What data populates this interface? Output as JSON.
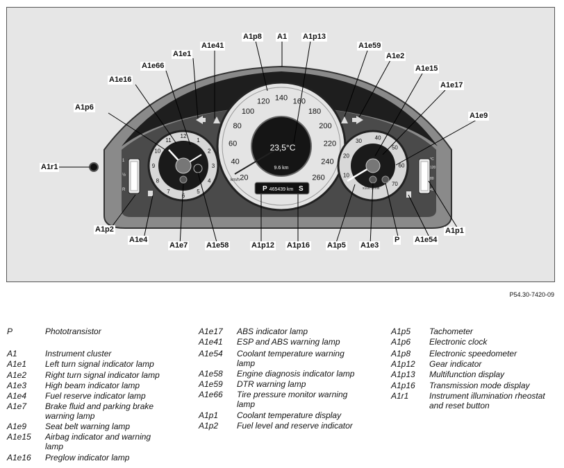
{
  "figure": {
    "gauges": {
      "clock_numerals": [
        "12",
        "1",
        "2",
        "3",
        "4",
        "5",
        "6",
        "7",
        "8",
        "9",
        "10",
        "11"
      ],
      "speedo_numerals": [
        "20",
        "40",
        "60",
        "80",
        "100",
        "120",
        "140",
        "160",
        "180",
        "200",
        "220",
        "240",
        "260"
      ],
      "tacho_numerals": [
        "10",
        "20",
        "30",
        "40",
        "50",
        "60",
        "70"
      ],
      "temperature_display": "23,5°C",
      "trip_display": "9.6 km",
      "speed_unit": "km/h",
      "tacho_unit": "x100 1/min",
      "odometer_display": "465439 km",
      "gear_letter": "P",
      "mode_letter": "S",
      "temp_scale": [
        "°C",
        "120",
        "80",
        "40"
      ],
      "fuel_scale": [
        "1",
        "½",
        "R"
      ]
    },
    "callouts": {
      "A1r1": "A1r1",
      "A1p6": "A1p6",
      "A1e16": "A1e16",
      "A1e66": "A1e66",
      "A1e1": "A1e1",
      "A1e41": "A1e41",
      "A1p8": "A1p8",
      "A1": "A1",
      "A1p13": "A1p13",
      "A1e59": "A1e59",
      "A1e2": "A1e2",
      "A1e15": "A1e15",
      "A1e17": "A1e17",
      "A1e9": "A1e9",
      "A1p2": "A1p2",
      "A1e4": "A1e4",
      "A1e7": "A1e7",
      "A1e58": "A1e58",
      "A1p12": "A1p12",
      "A1p16": "A1p16",
      "A1p5": "A1p5",
      "A1e3": "A1e3",
      "P": "P",
      "A1e54": "A1e54",
      "A1p1": "A1p1"
    }
  },
  "figure_ref": "P54.30-7420-09",
  "legend": {
    "col1": [
      {
        "code": "P",
        "desc": "Phototransistor"
      },
      {
        "code": "A1",
        "desc": "Instrument cluster"
      },
      {
        "code": "A1e1",
        "desc": "Left turn signal indicator lamp"
      },
      {
        "code": "A1e2",
        "desc": "Right turn signal indicator lamp"
      },
      {
        "code": "A1e3",
        "desc": "High beam indicator lamp"
      },
      {
        "code": "A1e4",
        "desc": "Fuel reserve indicator lamp"
      },
      {
        "code": "A1e7",
        "desc": "Brake fluid and parking brake warning lamp"
      },
      {
        "code": "A1e9",
        "desc": "Seat belt warning lamp"
      },
      {
        "code": "A1e15",
        "desc": "Airbag indicator and warning lamp"
      },
      {
        "code": "A1e16",
        "desc": "Preglow indicator lamp"
      }
    ],
    "col2": [
      {
        "code": "A1e17",
        "desc": "ABS indicator lamp"
      },
      {
        "code": "A1e41",
        "desc": "ESP and ABS warning lamp"
      },
      {
        "code": "A1e54",
        "desc": "Coolant temperature warning lamp"
      },
      {
        "code": "A1e58",
        "desc": "Engine diagnosis indicator lamp"
      },
      {
        "code": "A1e59",
        "desc": "DTR warning lamp"
      },
      {
        "code": "A1e66",
        "desc": "Tire pressure monitor warning lamp"
      },
      {
        "code": "A1p1",
        "desc": "Coolant temperature display"
      },
      {
        "code": "A1p2",
        "desc": "Fuel level and reserve indicator"
      }
    ],
    "col3": [
      {
        "code": "A1p5",
        "desc": "Tachometer"
      },
      {
        "code": "A1p6",
        "desc": "Electronic clock"
      },
      {
        "code": "A1p8",
        "desc": "Electronic speedometer"
      },
      {
        "code": "A1p12",
        "desc": "Gear indicator"
      },
      {
        "code": "A1p13",
        "desc": "Multifunction display"
      },
      {
        "code": "A1p16",
        "desc": "Transmission mode display"
      },
      {
        "code": "A1r1",
        "desc": "Instrument illumination rheostat and reset button"
      }
    ]
  }
}
